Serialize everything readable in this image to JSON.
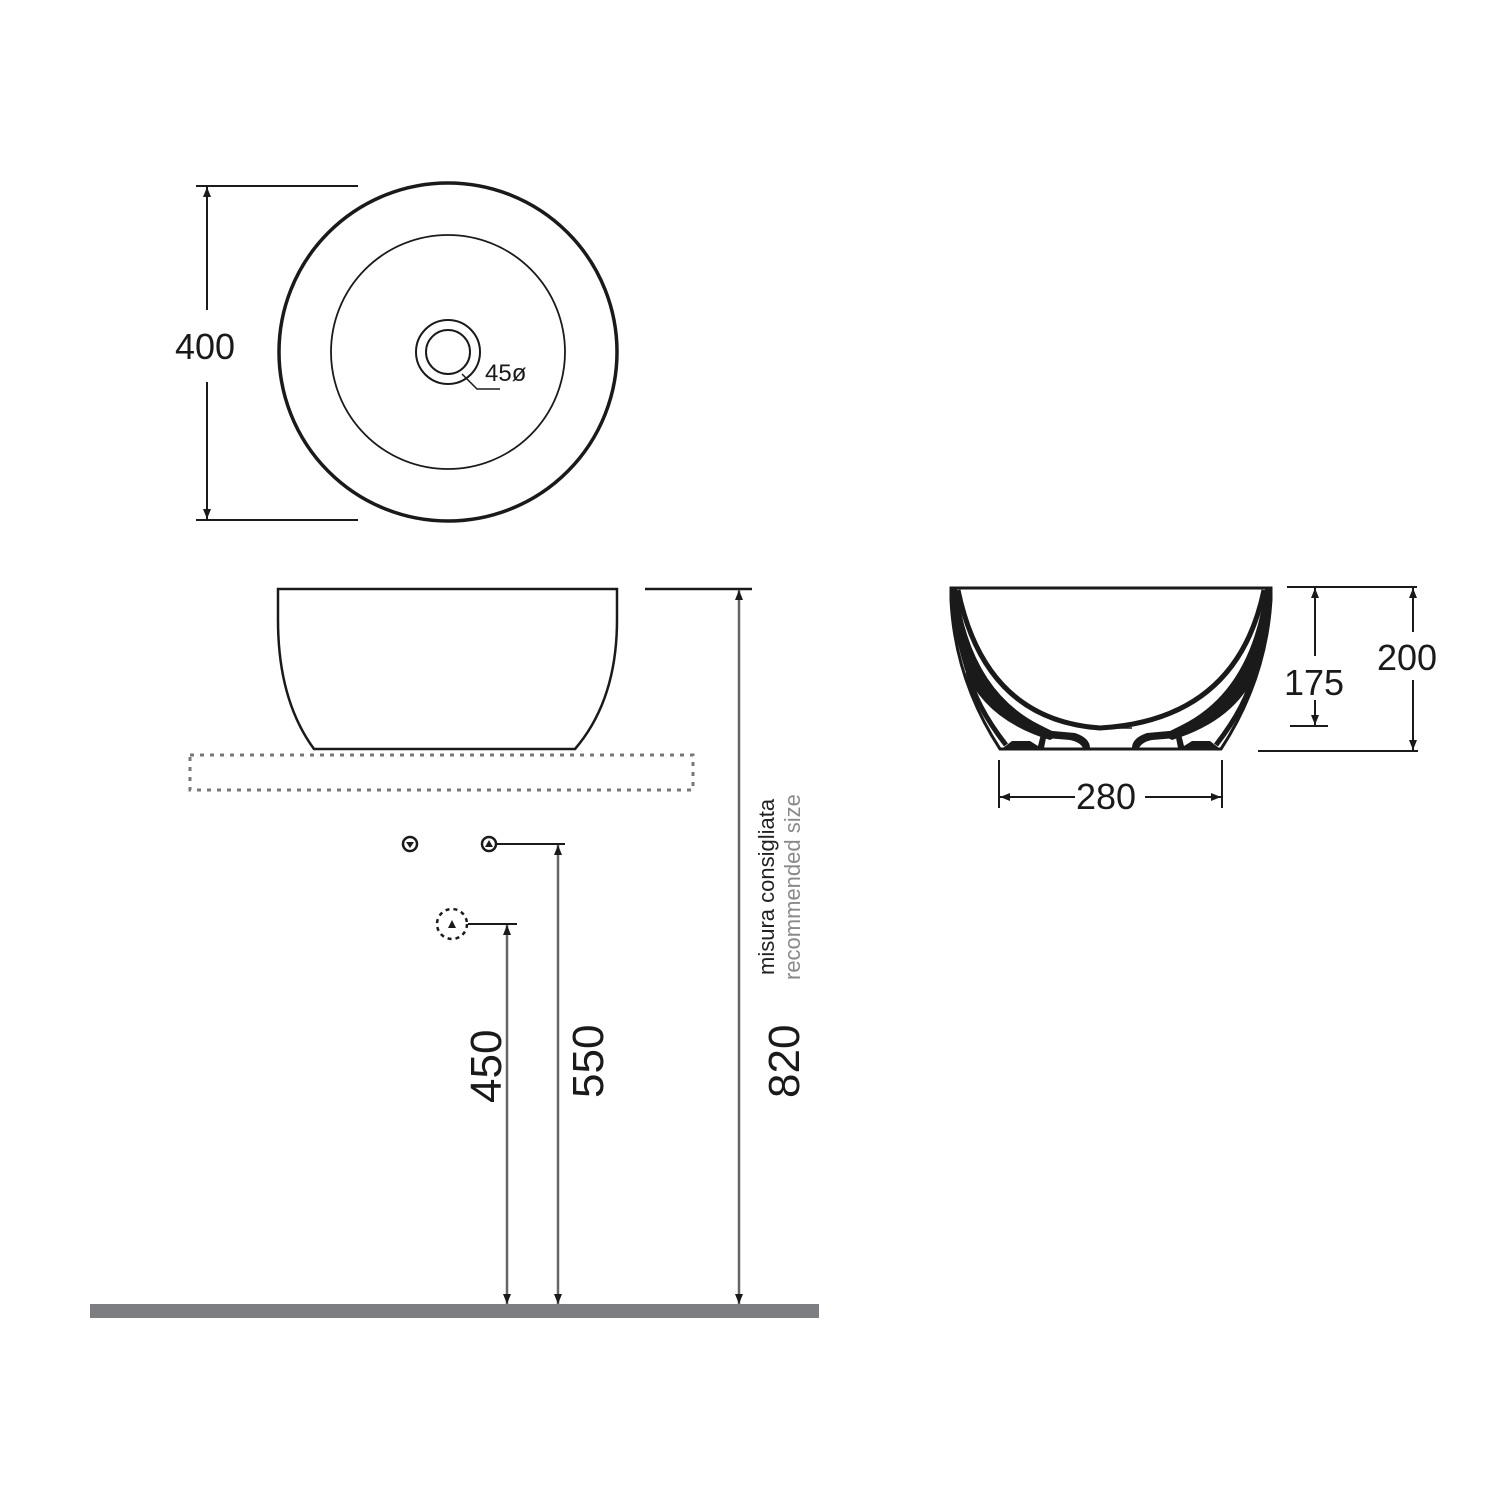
{
  "drawing": {
    "title": "Countertop round washbasin technical drawing",
    "colors": {
      "line": "#1a1a1a",
      "dimension_line": "#555555",
      "floor": "#7d7e82",
      "note_secondary": "#8a8a8a"
    },
    "top_view": {
      "diameter_label": "400",
      "drain_label": "45ø"
    },
    "front_view": {
      "height_label": "820",
      "note_it": "misura consigliata",
      "note_en": "recommended size",
      "supply_height_label": "550",
      "waste_height_label": "450"
    },
    "section_view": {
      "base_width_label": "280",
      "inner_depth_label": "175",
      "total_height_label": "200"
    }
  }
}
